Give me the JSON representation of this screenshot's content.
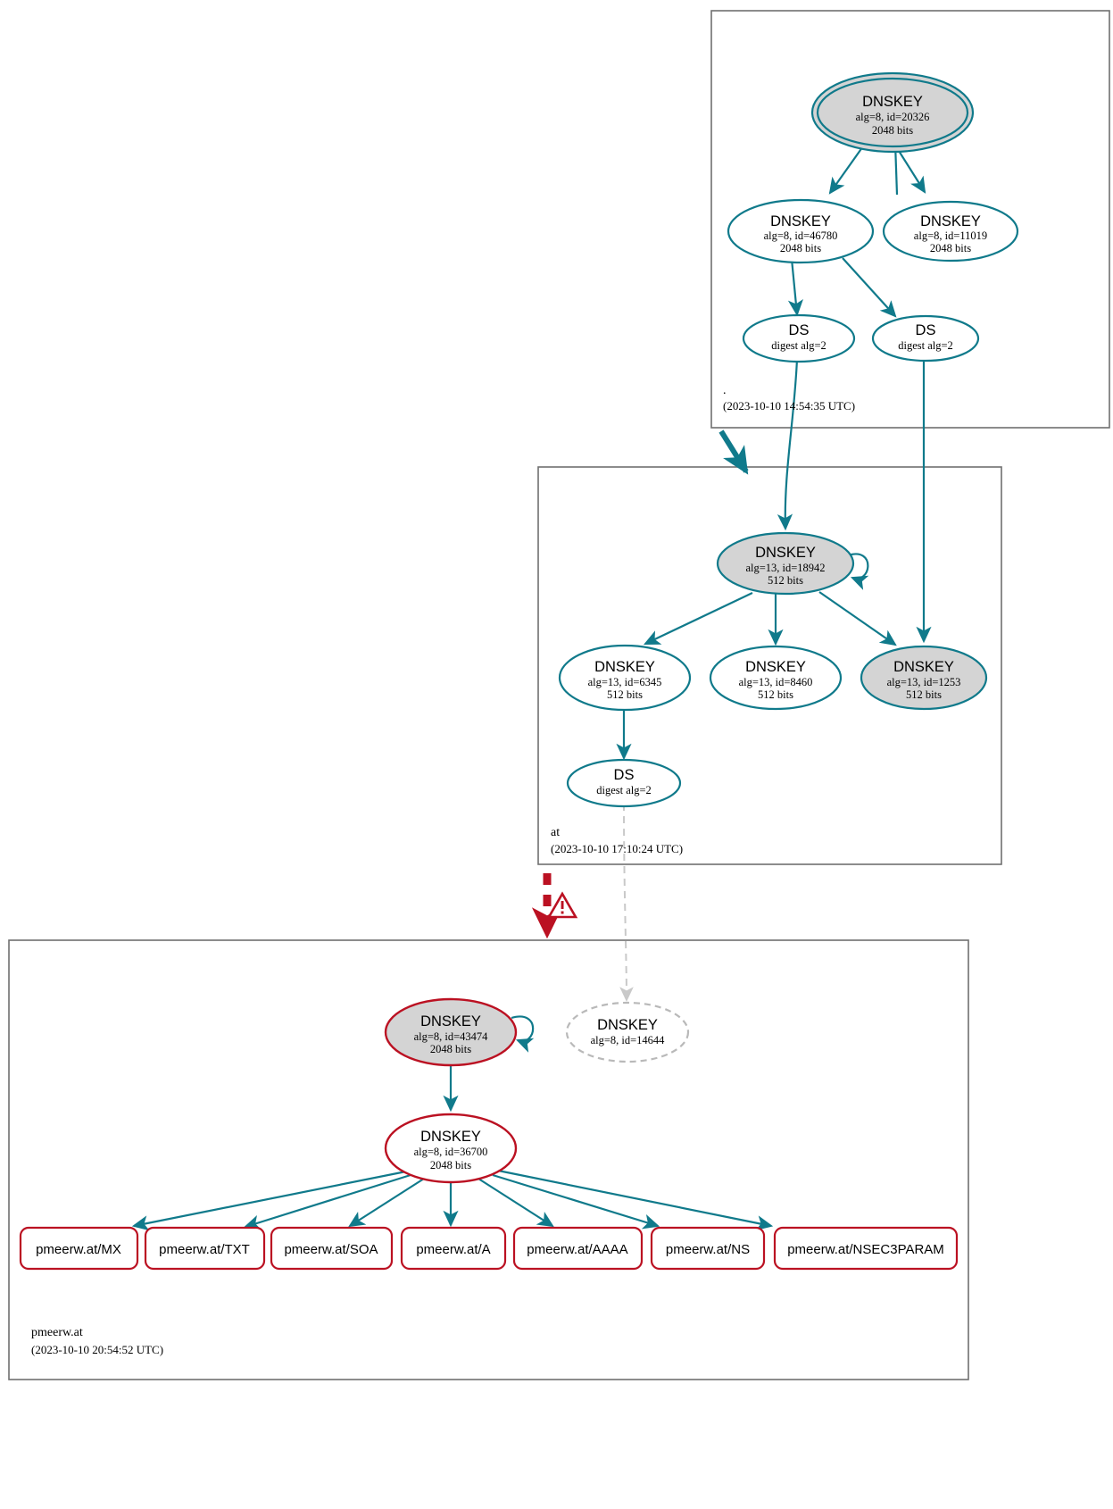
{
  "diagram": {
    "title": "DNSSEC authentication chain for pmeerw.at",
    "colors": {
      "secure_teal": "#107a8b",
      "error_red": "#bb1122",
      "bogus_gray": "#b9b9b9",
      "sep_fill": "#d4d4d4",
      "zone_border": "#707070"
    }
  },
  "zones": [
    {
      "id": "root",
      "name": ".",
      "timestamp": "(2023-10-10 14:54:35 UTC)",
      "nodes": [
        {
          "id": "k20326",
          "type": "DNSKEY",
          "title": "DNSKEY",
          "line2": "alg=8, id=20326",
          "line3": "2048 bits",
          "style": "trust-anchor-sep"
        },
        {
          "id": "k46780",
          "type": "DNSKEY",
          "title": "DNSKEY",
          "line2": "alg=8, id=46780",
          "line3": "2048 bits",
          "style": "secure"
        },
        {
          "id": "k11019",
          "type": "DNSKEY",
          "title": "DNSKEY",
          "line2": "alg=8, id=11019",
          "line3": "2048 bits",
          "style": "secure"
        },
        {
          "id": "ds_root_a",
          "type": "DS",
          "title": "DS",
          "line2": "digest alg=2",
          "line3": "",
          "style": "secure"
        },
        {
          "id": "ds_root_b",
          "type": "DS",
          "title": "DS",
          "line2": "digest alg=2",
          "line3": "",
          "style": "secure"
        }
      ]
    },
    {
      "id": "at",
      "name": "at",
      "timestamp": "(2023-10-10 17:10:24 UTC)",
      "nodes": [
        {
          "id": "k18942",
          "type": "DNSKEY",
          "title": "DNSKEY",
          "line2": "alg=13, id=18942",
          "line3": "512 bits",
          "style": "sep"
        },
        {
          "id": "k6345",
          "type": "DNSKEY",
          "title": "DNSKEY",
          "line2": "alg=13, id=6345",
          "line3": "512 bits",
          "style": "secure"
        },
        {
          "id": "k8460",
          "type": "DNSKEY",
          "title": "DNSKEY",
          "line2": "alg=13, id=8460",
          "line3": "512 bits",
          "style": "secure"
        },
        {
          "id": "k1253",
          "type": "DNSKEY",
          "title": "DNSKEY",
          "line2": "alg=13, id=1253",
          "line3": "512 bits",
          "style": "sep"
        },
        {
          "id": "ds_at",
          "type": "DS",
          "title": "DS",
          "line2": "digest alg=2",
          "line3": "",
          "style": "secure"
        }
      ]
    },
    {
      "id": "pmeerw",
      "name": "pmeerw.at",
      "timestamp": "(2023-10-10 20:54:52 UTC)",
      "nodes": [
        {
          "id": "k43474",
          "type": "DNSKEY",
          "title": "DNSKEY",
          "line2": "alg=8, id=43474",
          "line3": "2048 bits",
          "style": "sep-error"
        },
        {
          "id": "k14644",
          "type": "DNSKEY",
          "title": "DNSKEY",
          "line2": "alg=8, id=14644",
          "line3": "",
          "style": "bogus-dashed"
        },
        {
          "id": "k36700",
          "type": "DNSKEY",
          "title": "DNSKEY",
          "line2": "alg=8, id=36700",
          "line3": "2048 bits",
          "style": "error"
        }
      ],
      "rrsets": [
        {
          "id": "rr_mx",
          "label": "pmeerw.at/MX"
        },
        {
          "id": "rr_txt",
          "label": "pmeerw.at/TXT"
        },
        {
          "id": "rr_soa",
          "label": "pmeerw.at/SOA"
        },
        {
          "id": "rr_a",
          "label": "pmeerw.at/A"
        },
        {
          "id": "rr_aaaa",
          "label": "pmeerw.at/AAAA"
        },
        {
          "id": "rr_ns",
          "label": "pmeerw.at/NS"
        },
        {
          "id": "rr_nsec3param",
          "label": "pmeerw.at/NSEC3PARAM"
        }
      ]
    }
  ],
  "markers": [
    {
      "id": "warn-1",
      "name": "warning-triangle",
      "glyph": "⚠"
    }
  ]
}
